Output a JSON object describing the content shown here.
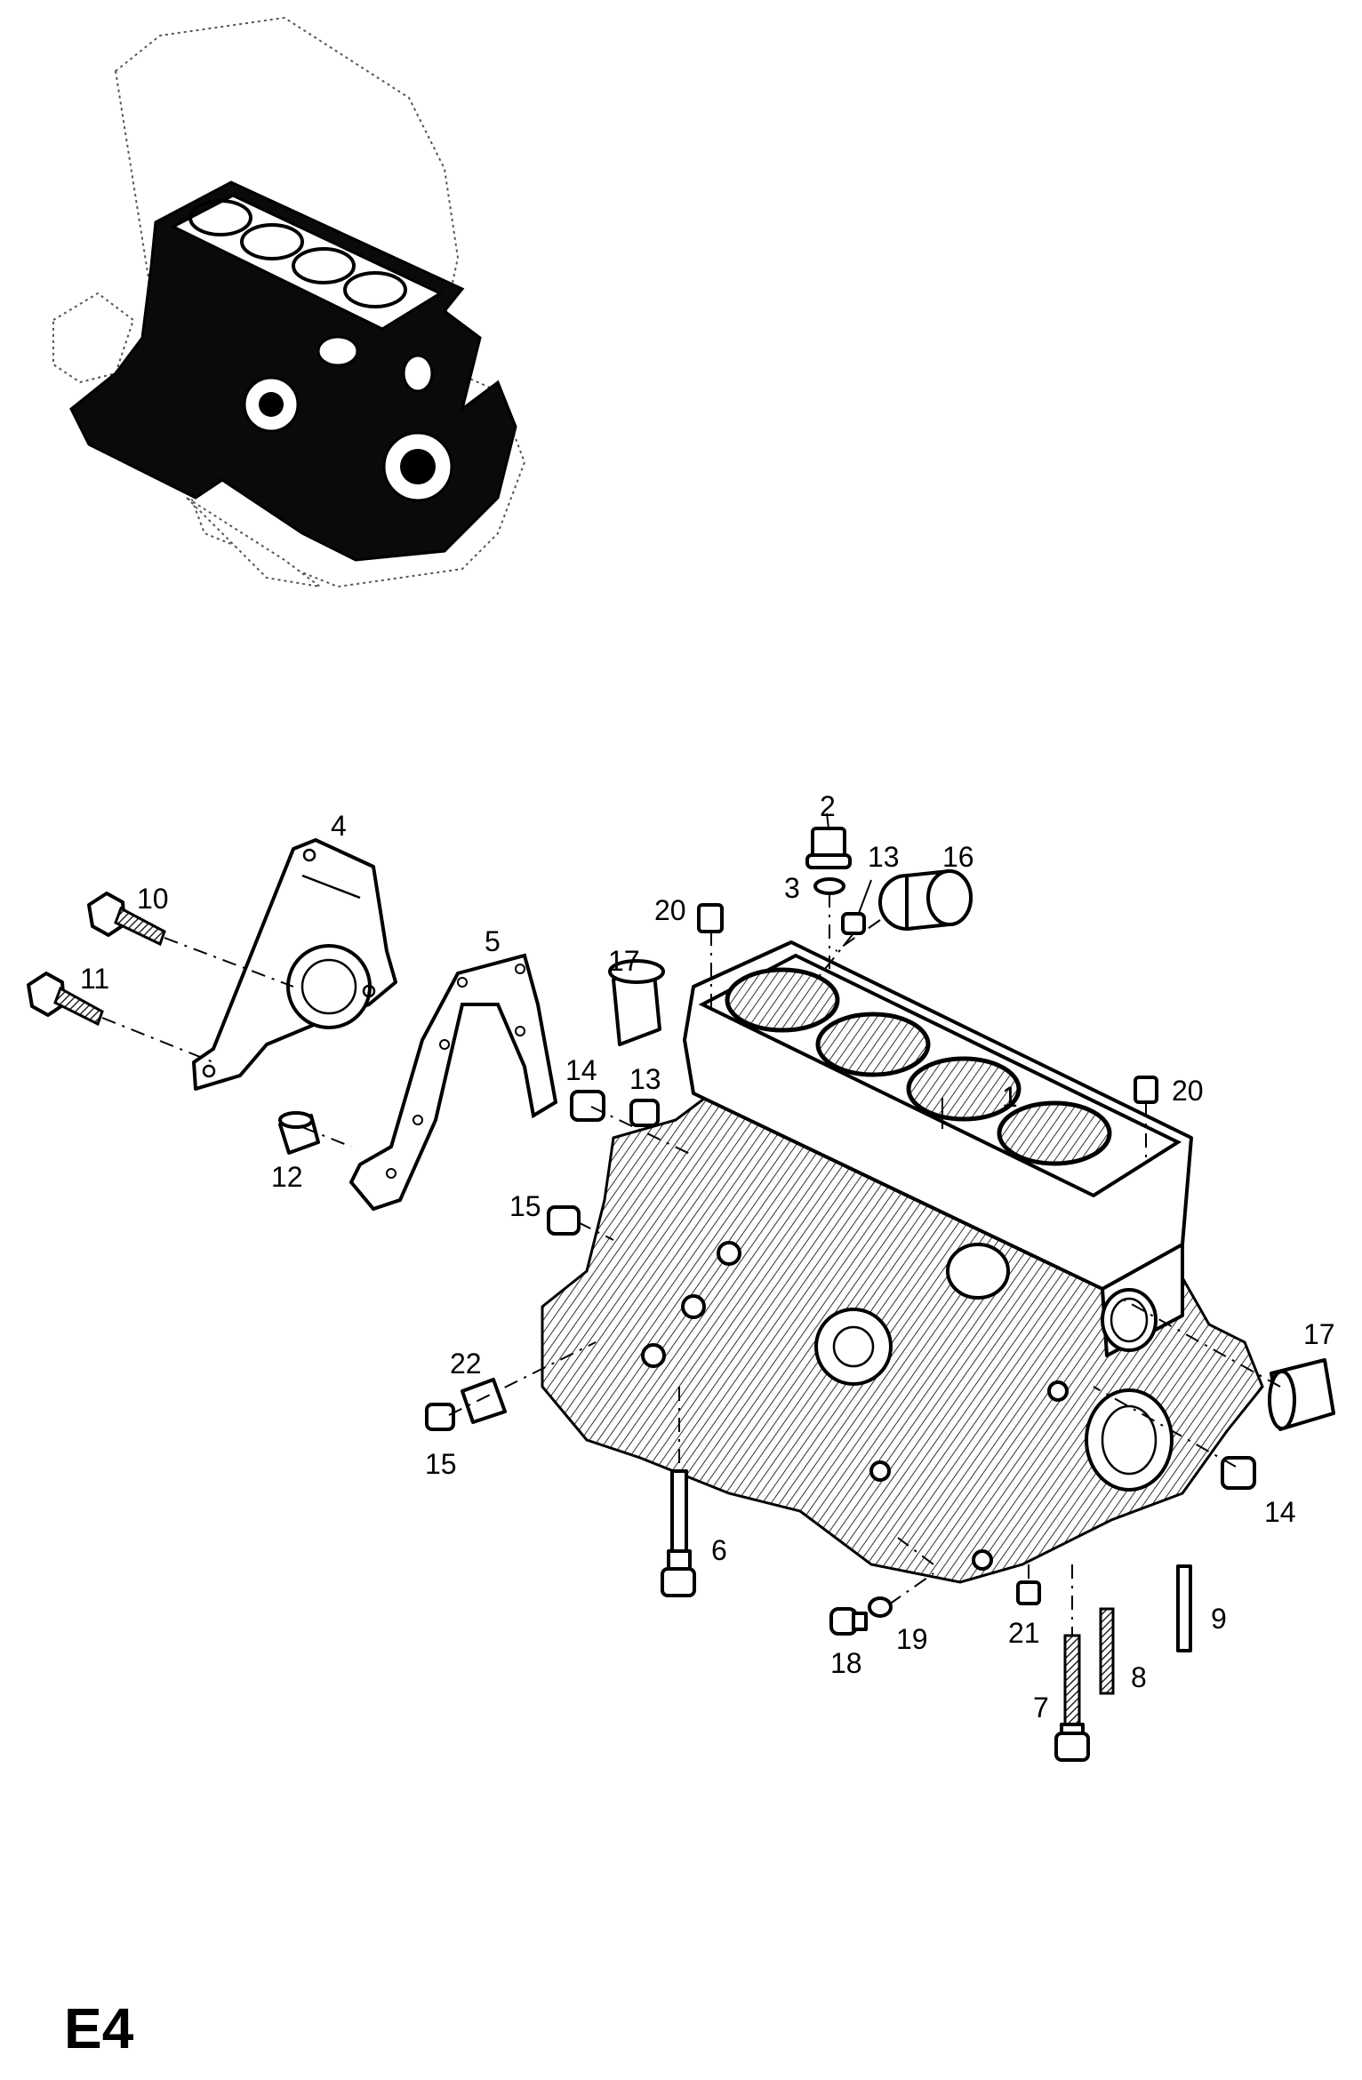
{
  "page_code": "E4",
  "callouts": {
    "c1": "1",
    "c2": "2",
    "c3": "3",
    "c4": "4",
    "c5": "5",
    "c6": "6",
    "c7": "7",
    "c8": "8",
    "c9": "9",
    "c10": "10",
    "c11": "11",
    "c12": "12",
    "c13a": "13",
    "c13b": "13",
    "c14a": "14",
    "c14b": "14",
    "c15a": "15",
    "c15b": "15",
    "c16": "16",
    "c17a": "17",
    "c17b": "17",
    "c18": "18",
    "c19": "19",
    "c20a": "20",
    "c20b": "20",
    "c21": "21",
    "c22": "22"
  }
}
